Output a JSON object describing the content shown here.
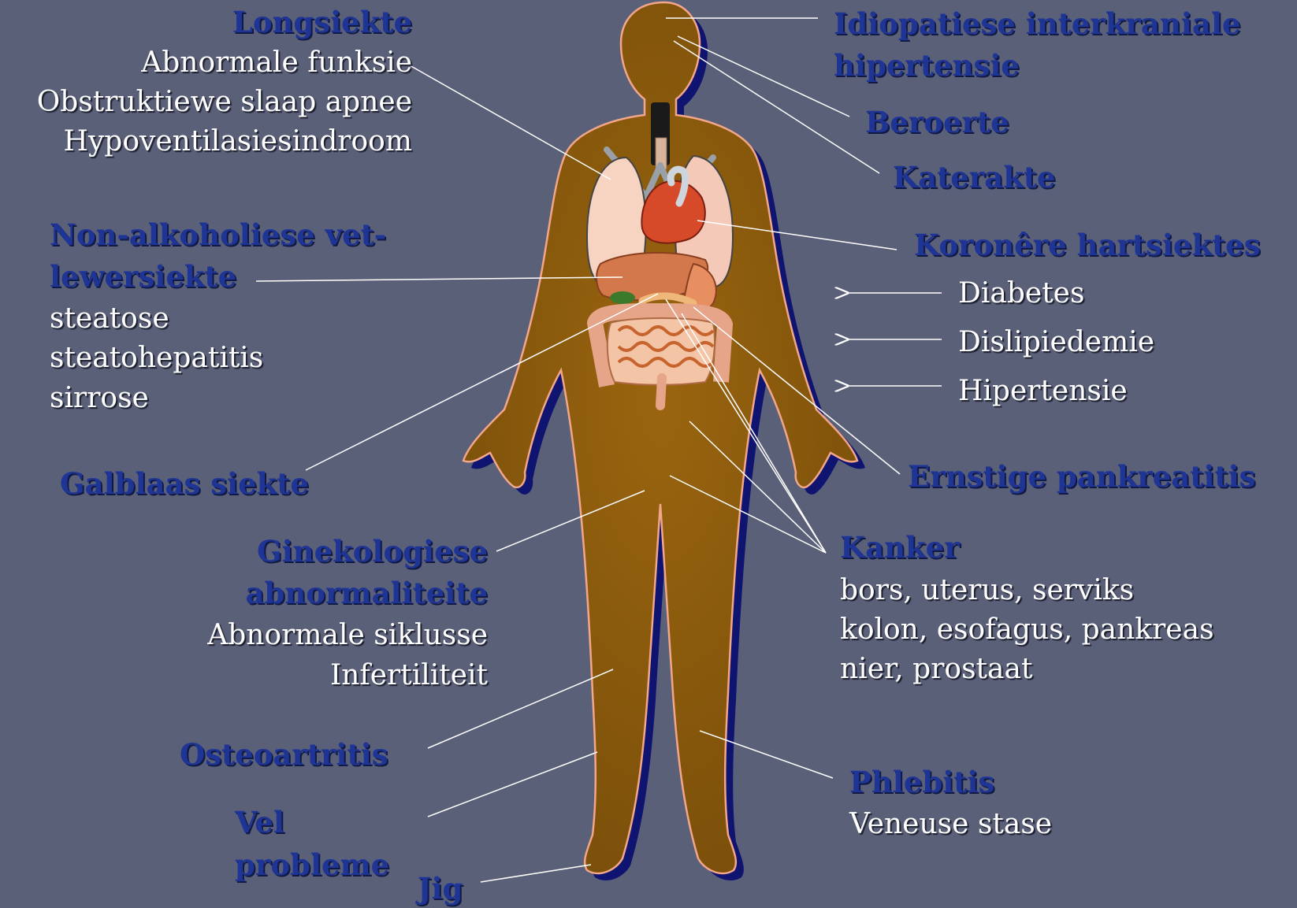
{
  "left": {
    "lung": {
      "heading": "Longsiekte",
      "items": [
        "Abnormale funksie",
        "Obstruktiewe slaap apnee",
        "Hypoventilasiesindroom"
      ]
    },
    "liver": {
      "heading_lines": [
        "Non-alkoholiese vet-",
        "lewersiekte"
      ],
      "items": [
        "steatose",
        "steatohepatitis",
        "sirrose"
      ]
    },
    "gallbladder": {
      "heading": "Galblaas siekte"
    },
    "gyn": {
      "heading_lines": [
        "Ginekologiese",
        "abnormaliteite"
      ],
      "items": [
        "Abnormale siklusse",
        "Infertiliteit"
      ]
    },
    "osteo": {
      "heading": "Osteoartritis"
    },
    "skin": {
      "heading_lines": [
        "Vel",
        "probleme"
      ]
    },
    "gout": {
      "heading": "Jig"
    }
  },
  "right": {
    "iih": {
      "heading_lines": [
        "Idiopatiese interkraniale",
        "hipertensie"
      ]
    },
    "stroke": {
      "heading": "Beroerte"
    },
    "cataract": {
      "heading": "Katerakte"
    },
    "chd": {
      "heading": "Koronêre hartsiektes"
    },
    "risk_factors": [
      "Diabetes",
      "Dislipiedemie",
      "Hipertensie"
    ],
    "pancreatitis": {
      "heading": "Ernstige pankreatitis"
    },
    "cancer": {
      "heading": "Kanker",
      "items": [
        "bors, uterus, serviks",
        "kolon, esofagus, pankreas",
        "nier, prostaat"
      ]
    },
    "phlebitis": {
      "heading": "Phlebitis",
      "items": [
        "Veneuse stase"
      ]
    }
  },
  "colors": {
    "background": "#5b6079",
    "heading": "#1f3596",
    "body_silhouette": "#8a5a0c",
    "body_outline": "#f2a68a",
    "leader_line": "#ffffff"
  }
}
